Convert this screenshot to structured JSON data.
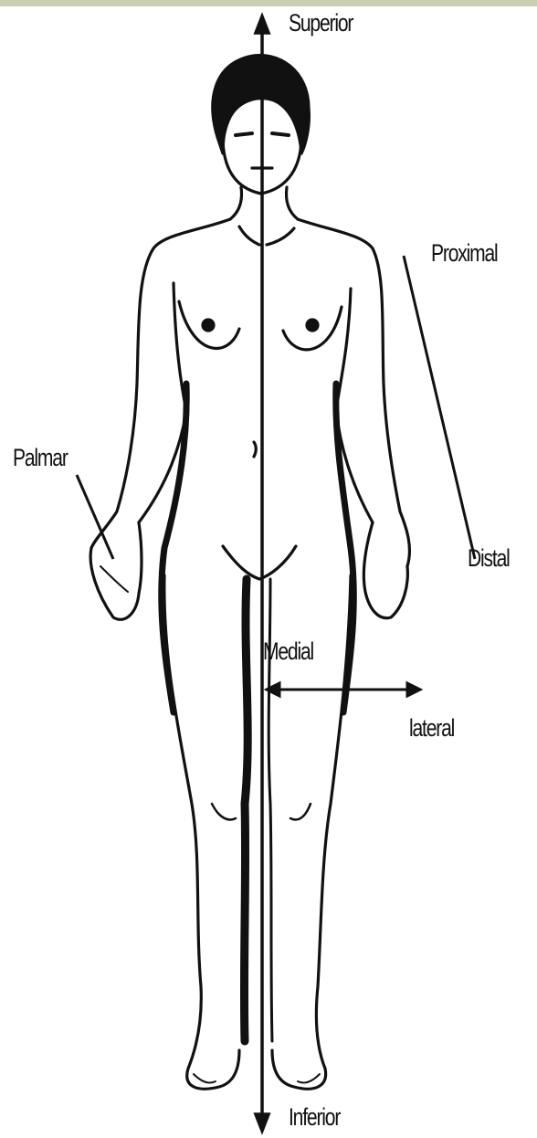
{
  "colors": {
    "ink": "#111111",
    "paper": "#ffffff",
    "top_band": "#c9cfb1"
  },
  "labels": {
    "superior": "Superior",
    "inferior": "Inferior",
    "proximal": "Proximal",
    "distal": "Distal",
    "palmar": "Palmar",
    "medial": "Medial",
    "lateral": "lateral"
  }
}
